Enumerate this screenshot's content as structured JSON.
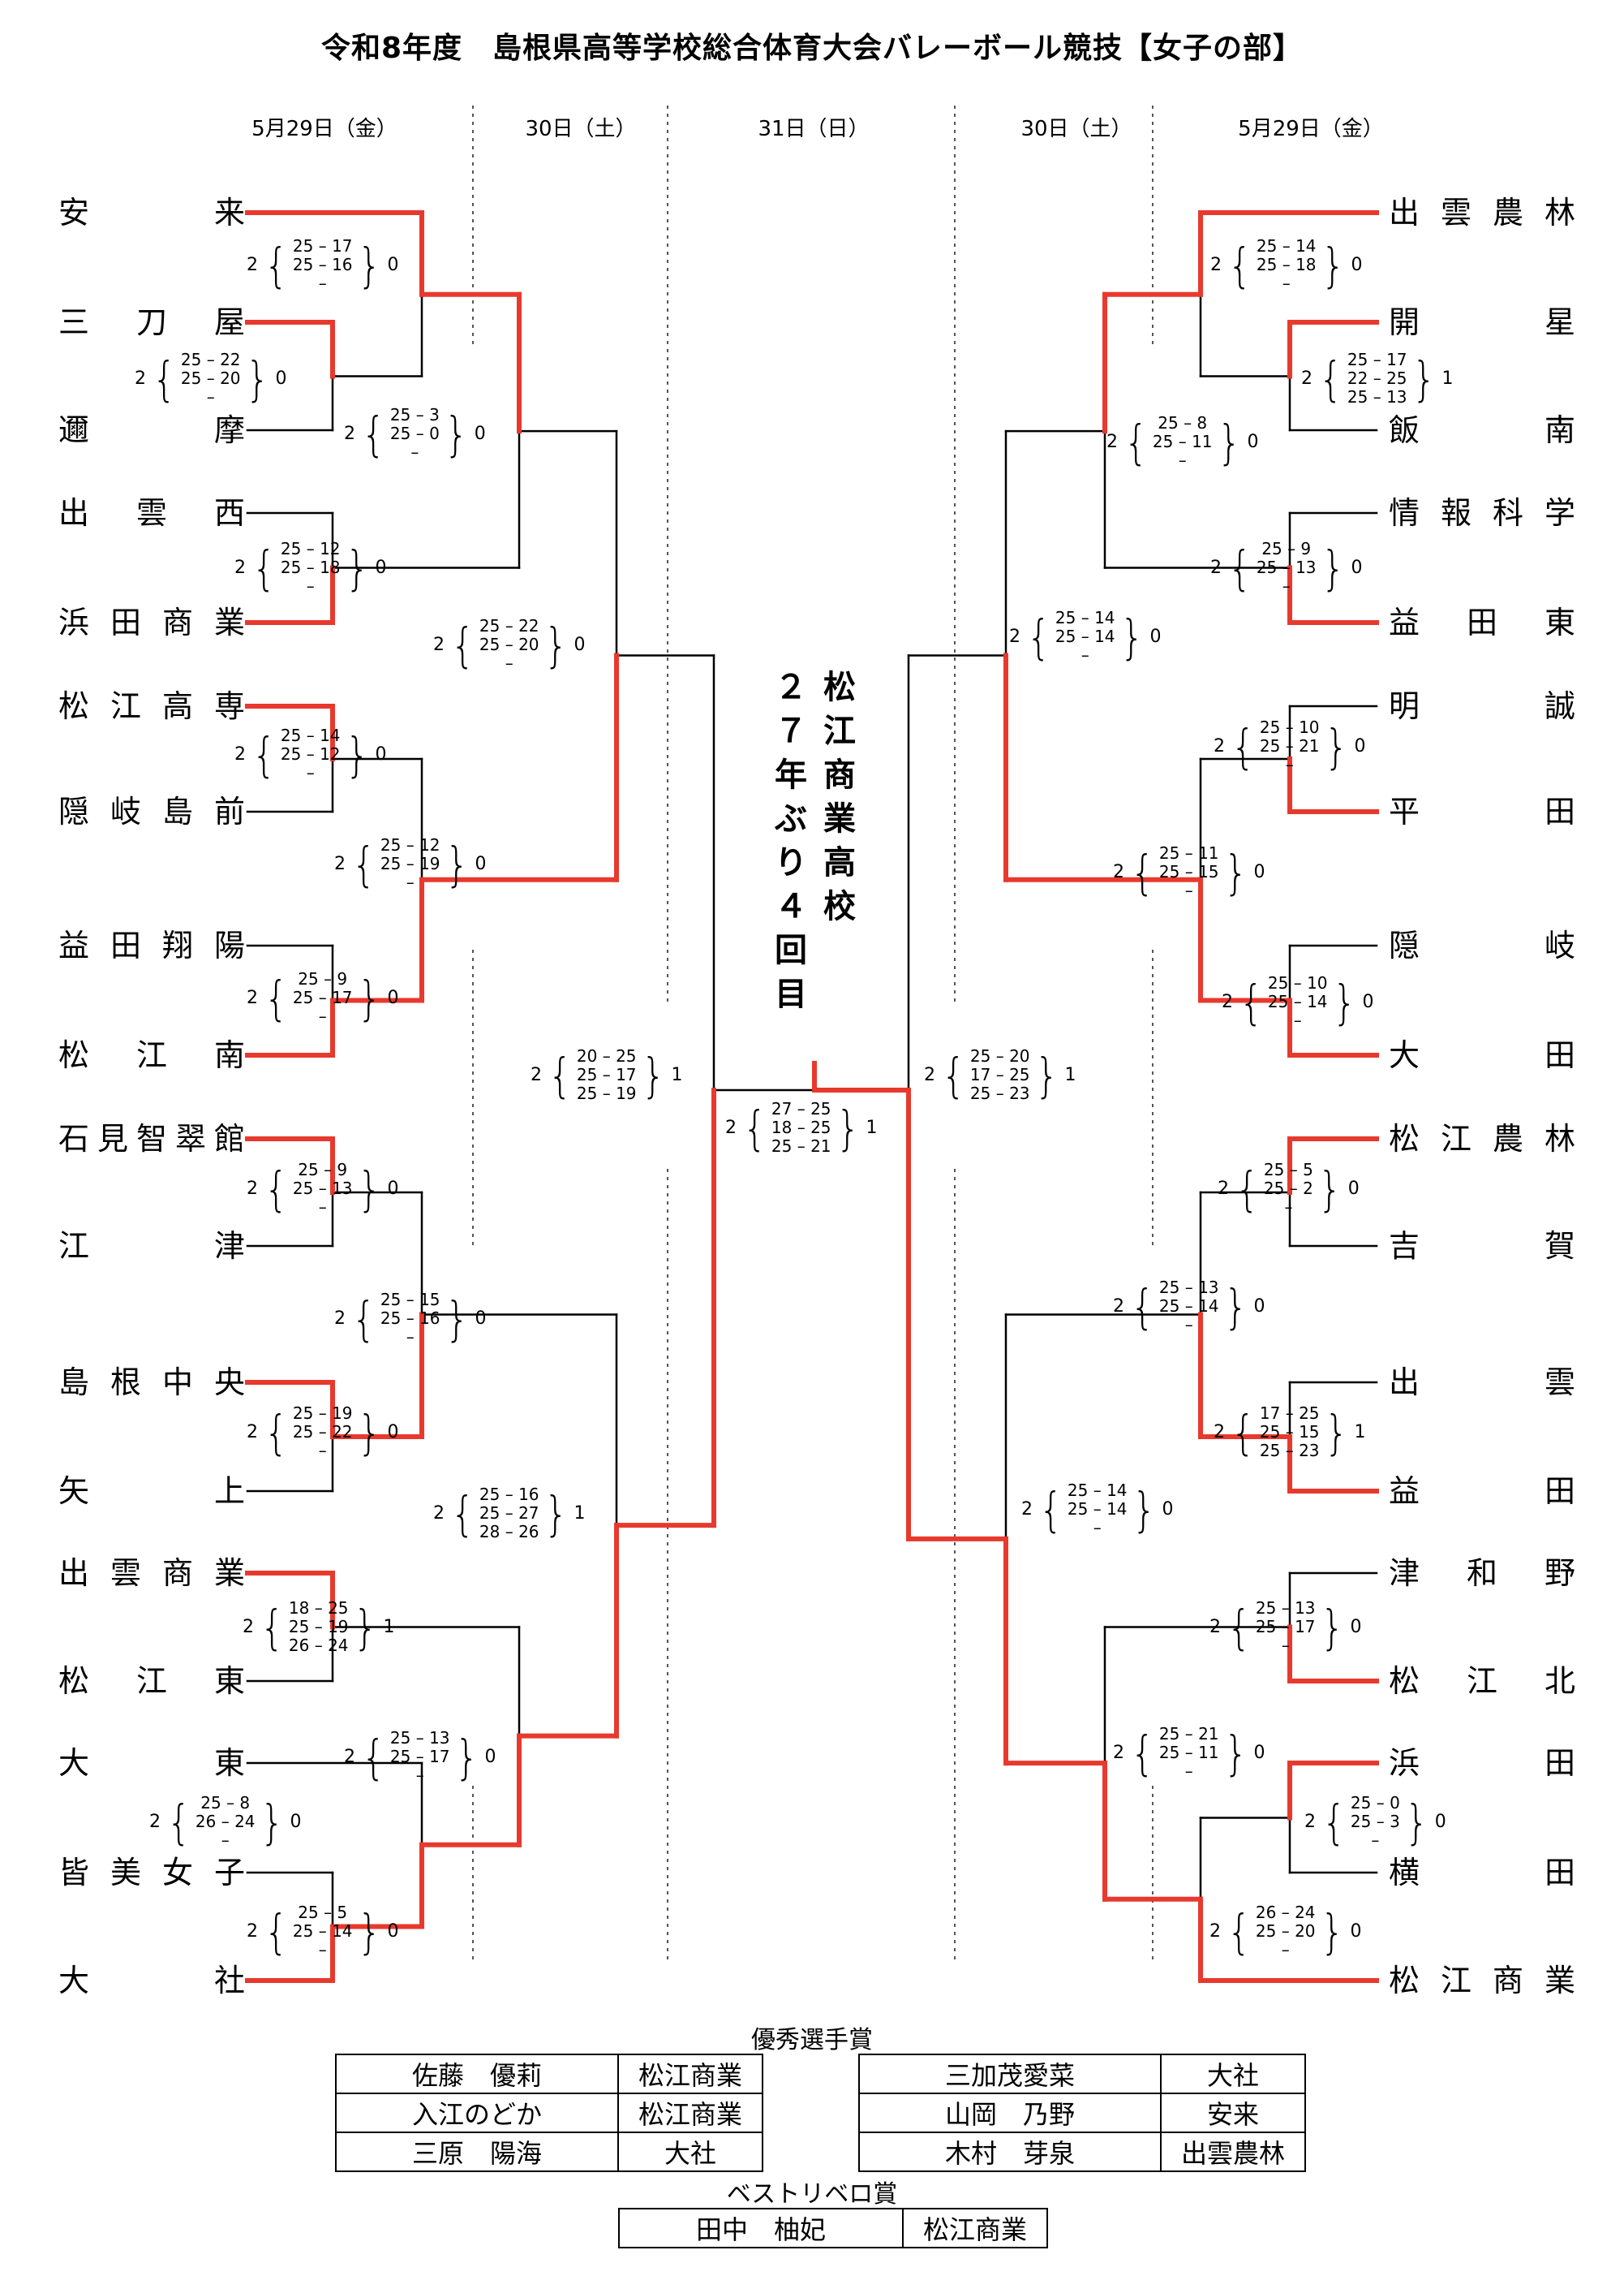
{
  "title": "令和8年度　島根県高等学校総合体育大会バレーボール競技【女子の部】",
  "date_headers": [
    "5月29日（金）",
    "30日（土）",
    "31日（日）",
    "30日（土）",
    "5月29日（金）"
  ],
  "left_teams": [
    "安来",
    "三刀屋",
    "邇摩",
    "出雲西",
    "浜田商業",
    "松江高専",
    "隠岐島前",
    "益田翔陽",
    "松江南",
    "石見智翠館",
    "江津",
    "島根中央",
    "矢上",
    "出雲商業",
    "松江東",
    "大東",
    "皆美女子",
    "大社"
  ],
  "right_teams": [
    "出雲農林",
    "開星",
    "飯南",
    "情報科学",
    "益田東",
    "明誠",
    "平田",
    "隠岐",
    "大田",
    "松江農林",
    "吉賀",
    "出雲",
    "益田",
    "津和野",
    "松江北",
    "浜田",
    "横田",
    "松江商業"
  ],
  "champion_text": "松江商業高校 ２７年ぶり４回目",
  "scores": [
    {
      "win": "2",
      "sets": [
        "25 – 17",
        "25 – 16",
        "–"
      ],
      "lose": "0"
    },
    {
      "win": "2",
      "sets": [
        "25 – 22",
        "25 – 20",
        "–"
      ],
      "lose": "0"
    },
    {
      "win": "2",
      "sets": [
        "25 – 3",
        "25 – 0",
        "–"
      ],
      "lose": "0"
    },
    {
      "win": "2",
      "sets": [
        "25 – 12",
        "25 – 18",
        "–"
      ],
      "lose": "0"
    },
    {
      "win": "2",
      "sets": [
        "25 – 22",
        "25 – 20",
        "–"
      ],
      "lose": "0"
    },
    {
      "win": "2",
      "sets": [
        "25 – 14",
        "25 – 12",
        "–"
      ],
      "lose": "0"
    },
    {
      "win": "2",
      "sets": [
        "25 – 12",
        "25 – 19",
        "–"
      ],
      "lose": "0"
    },
    {
      "win": "2",
      "sets": [
        "25 – 9",
        "25 – 17",
        "–"
      ],
      "lose": "0"
    },
    {
      "win": "2",
      "sets": [
        "20 – 25",
        "25 – 17",
        "25 – 19"
      ],
      "lose": "1"
    },
    {
      "win": "2",
      "sets": [
        "25 – 9",
        "25 – 13",
        "–"
      ],
      "lose": "0"
    },
    {
      "win": "2",
      "sets": [
        "25 – 15",
        "25 – 16",
        "–"
      ],
      "lose": "0"
    },
    {
      "win": "2",
      "sets": [
        "25 – 19",
        "25 – 22",
        "–"
      ],
      "lose": "0"
    },
    {
      "win": "2",
      "sets": [
        "25 – 16",
        "25 – 27",
        "28 – 26"
      ],
      "lose": "1"
    },
    {
      "win": "2",
      "sets": [
        "18 – 25",
        "25 – 19",
        "26 – 24"
      ],
      "lose": "1"
    },
    {
      "win": "2",
      "sets": [
        "25 – 13",
        "25 – 17",
        "–"
      ],
      "lose": "0"
    },
    {
      "win": "2",
      "sets": [
        "25 – 8",
        "26 – 24",
        "–"
      ],
      "lose": "0"
    },
    {
      "win": "2",
      "sets": [
        "25 – 5",
        "25 – 14",
        "–"
      ],
      "lose": "0"
    },
    {
      "win": "2",
      "sets": [
        "27 – 25",
        "18 – 25",
        "25 – 21"
      ],
      "lose": "1"
    },
    {
      "win": "2",
      "sets": [
        "25 – 14",
        "25 – 18",
        "–"
      ],
      "lose": "0"
    },
    {
      "win": "2",
      "sets": [
        "25 – 17",
        "22 – 25",
        "25 – 13"
      ],
      "lose": "1"
    },
    {
      "win": "2",
      "sets": [
        "25 – 8",
        "25 – 11",
        "–"
      ],
      "lose": "0"
    },
    {
      "win": "2",
      "sets": [
        "25 – 9",
        "25 – 13",
        "–"
      ],
      "lose": "0"
    },
    {
      "win": "2",
      "sets": [
        "25 – 14",
        "25 – 14",
        "–"
      ],
      "lose": "0"
    },
    {
      "win": "2",
      "sets": [
        "25 – 10",
        "25 – 21",
        "–"
      ],
      "lose": "0"
    },
    {
      "win": "2",
      "sets": [
        "25 – 11",
        "25 – 15",
        "–"
      ],
      "lose": "0"
    },
    {
      "win": "2",
      "sets": [
        "25 – 10",
        "25 – 14",
        "–"
      ],
      "lose": "0"
    },
    {
      "win": "2",
      "sets": [
        "25 – 20",
        "17 – 25",
        "25 – 23"
      ],
      "lose": "1"
    },
    {
      "win": "2",
      "sets": [
        "25 – 5",
        "25 – 2",
        "–"
      ],
      "lose": "0"
    },
    {
      "win": "2",
      "sets": [
        "25 – 13",
        "25 – 14",
        "–"
      ],
      "lose": "0"
    },
    {
      "win": "2",
      "sets": [
        "17 – 25",
        "25 – 15",
        "25 – 23"
      ],
      "lose": "1"
    },
    {
      "win": "2",
      "sets": [
        "25 – 14",
        "25 – 14",
        "–"
      ],
      "lose": "0"
    },
    {
      "win": "2",
      "sets": [
        "25 – 13",
        "25 – 17",
        "–"
      ],
      "lose": "0"
    },
    {
      "win": "2",
      "sets": [
        "25 – 21",
        "25 – 11",
        "–"
      ],
      "lose": "0"
    },
    {
      "win": "2",
      "sets": [
        "25 – 0",
        "25 – 3",
        "–"
      ],
      "lose": "0"
    },
    {
      "win": "2",
      "sets": [
        "26 – 24",
        "25 – 20",
        "–"
      ],
      "lose": "0"
    }
  ],
  "awards": {
    "title": "優秀選手賞",
    "table1": [
      [
        "佐藤　優莉",
        "松江商業"
      ],
      [
        "入江のどか",
        "松江商業"
      ],
      [
        "三原　陽海",
        "大社"
      ]
    ],
    "table2": [
      [
        "三加茂愛菜",
        "大社"
      ],
      [
        "山岡　乃野",
        "安来"
      ],
      [
        "木村　芽泉",
        "出雲農林"
      ]
    ]
  },
  "libero": {
    "title": "ベストリベロ賞",
    "row": [
      "田中　柚妃",
      "松江商業"
    ]
  },
  "colors": {
    "winner_line": "#e8392e",
    "loser_line": "#000000"
  }
}
